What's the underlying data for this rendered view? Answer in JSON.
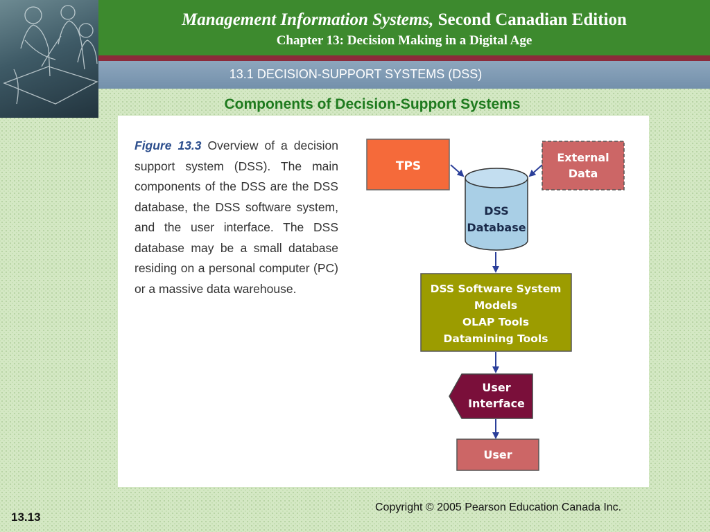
{
  "header": {
    "title_italic": "Management Information Systems,",
    "title_rest": " Second Canadian Edition",
    "subtitle": "Chapter 13: Decision Making in a Digital Age"
  },
  "section": {
    "title": "13.1 DECISION-SUPPORT SYSTEMS (DSS)"
  },
  "slide": {
    "heading": "Components of Decision-Support Systems"
  },
  "figure": {
    "label": "Figure  13.3",
    "caption": " Overview of a decision support system (DSS). The main components of the DSS are the DSS database, the DSS software system, and the user interface. The DSS database may be a small database residing on a personal computer (PC) or a massive data warehouse."
  },
  "diagram": {
    "tps": "TPS",
    "external": [
      "External",
      "Data"
    ],
    "database": [
      "DSS",
      "Database"
    ],
    "software": [
      "DSS Software System",
      "Models",
      "OLAP Tools",
      "Datamining Tools"
    ],
    "interface": [
      "User",
      "Interface"
    ],
    "user": "User"
  },
  "colors": {
    "tps": "#f56a3a",
    "external": "#cc6666",
    "database": "#a9cfe6",
    "software": "#9c9c00",
    "interface": "#7a0f3a",
    "user": "#cc6666",
    "arrow": "#2b3f9a"
  },
  "footer": {
    "copyright": "Copyright © 2005 Pearson Education Canada Inc.",
    "slide_number": "13.13"
  }
}
